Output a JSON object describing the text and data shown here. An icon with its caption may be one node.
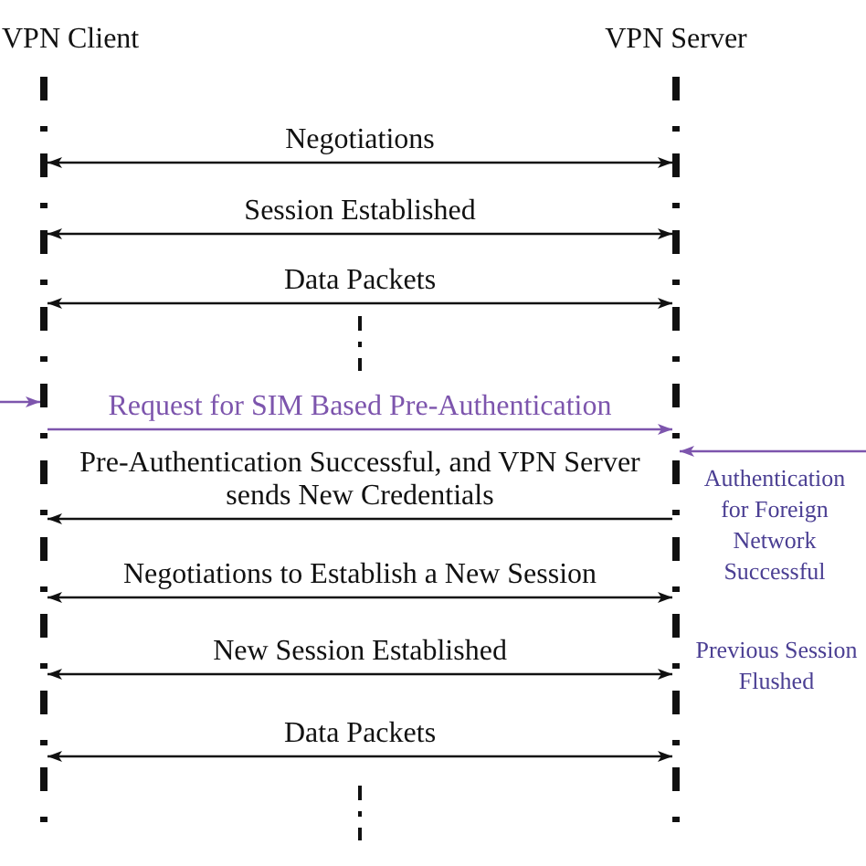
{
  "diagram": {
    "nodes": [
      {
        "text": [
          "VPN Client"
        ]
      },
      {
        "text": [
          "VPN Server"
        ]
      }
    ],
    "edges": [
      {
        "from": 0,
        "to": 1,
        "arrow": "both",
        "label": "Negotiations"
      },
      {
        "from": 0,
        "to": 1,
        "arrow": "both",
        "label": "Session Established"
      },
      {
        "from": 0,
        "to": 1,
        "arrow": "both",
        "label": "Data Packets"
      },
      {
        "from": null,
        "to": 0,
        "arrow": "to",
        "color": "#7d55ad"
      },
      {
        "from": 0,
        "to": 1,
        "arrow": "to",
        "label": "Request for SIM Based Pre-Authentication",
        "color": "#7d55ad"
      },
      {
        "from": null,
        "to": 1,
        "arrow": "to",
        "color": "#7d55ad"
      },
      {
        "from": 1,
        "to": 0,
        "arrow": "to",
        "label": "Pre-Authentication Successful, and VPN Server sends New Credentials"
      },
      {
        "from": 0,
        "to": 1,
        "arrow": "both",
        "label": "Negotiations to Establish a New Session"
      },
      {
        "from": 0,
        "to": 1,
        "arrow": "both",
        "label": "New Session Established"
      },
      {
        "from": 0,
        "to": 1,
        "arrow": "both",
        "label": "Data Packets"
      }
    ],
    "labels": [
      "Authentication for Foreign Network Successful",
      "Previous Session Flushed"
    ]
  }
}
